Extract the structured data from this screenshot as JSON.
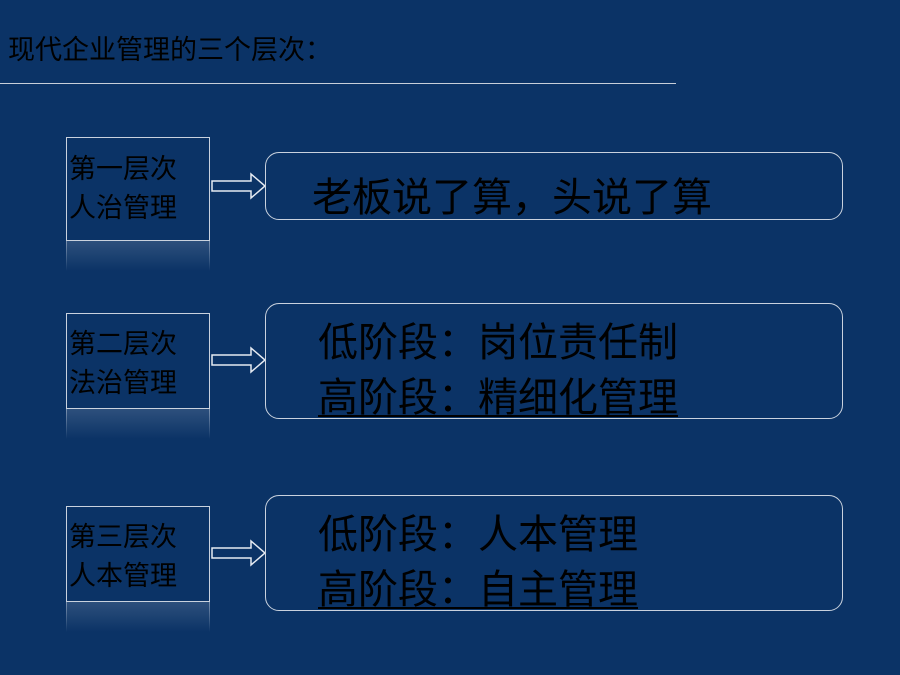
{
  "title": "现代企业管理的三个层次：",
  "levels": [
    {
      "level_name": "第一层次",
      "mode": "人治管理",
      "descriptions": [
        "老板说了算，头说了算"
      ]
    },
    {
      "level_name": "第二层次",
      "mode": "法治管理",
      "descriptions": [
        "低阶段：岗位责任制",
        "高阶段：精细化管理"
      ]
    },
    {
      "level_name": "第三层次",
      "mode": "人本管理",
      "descriptions": [
        "低阶段：人本管理",
        "高阶段：自主管理"
      ]
    }
  ],
  "colors": {
    "background": "#0b3366",
    "border": "#c9d2de",
    "text": "#000000"
  }
}
